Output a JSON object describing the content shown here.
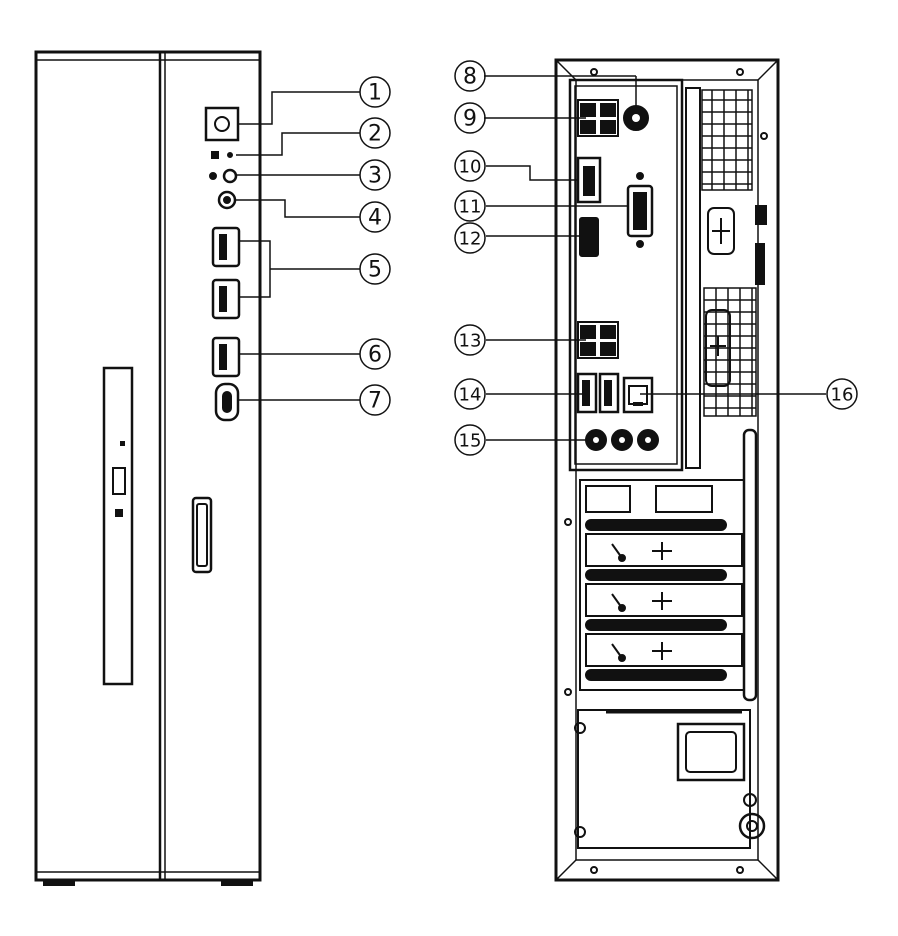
{
  "front_callouts": [
    {
      "label": "1"
    },
    {
      "label": "2"
    },
    {
      "label": "3"
    },
    {
      "label": "4"
    },
    {
      "label": "5"
    },
    {
      "label": "6"
    },
    {
      "label": "7"
    }
  ],
  "rear_callouts": [
    {
      "label": "8"
    },
    {
      "label": "9"
    },
    {
      "label": "10"
    },
    {
      "label": "11"
    },
    {
      "label": "12"
    },
    {
      "label": "13"
    },
    {
      "label": "14"
    },
    {
      "label": "15"
    },
    {
      "label": "16"
    }
  ]
}
